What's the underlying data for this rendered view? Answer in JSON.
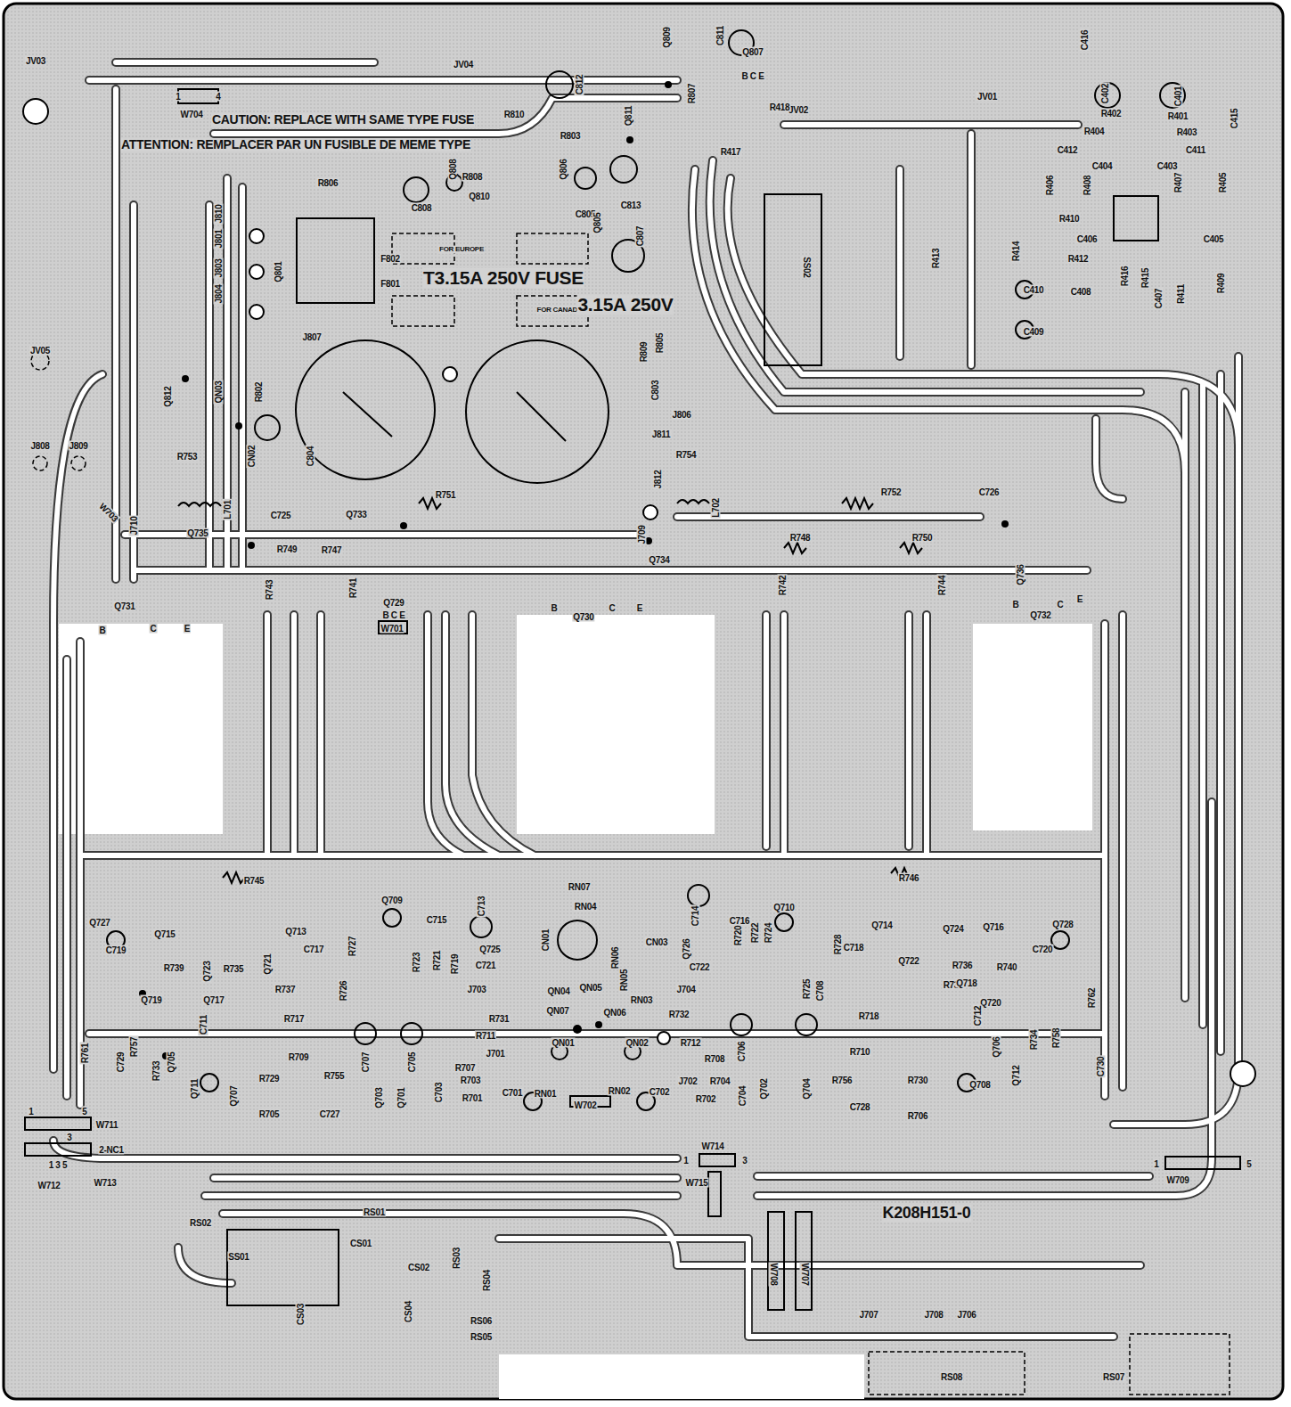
{
  "diagram": {
    "labels": [
      "JV03",
      "JV04",
      "JV02",
      "JV01",
      "1",
      "4",
      "W704",
      "CAUTION: REPLACE WITH SAME TYPE FUSE",
      "ATTENTION: REMPLACER PAR UN FUSIBLE DE MEME TYPE",
      "C812",
      "Q809",
      "C811",
      "B C E",
      "Q807",
      "R807",
      "R810",
      "R418",
      "C416",
      "C402",
      "C401",
      "C415",
      "R402",
      "R401",
      "R404",
      "R403",
      "R417",
      "R803",
      "Q811",
      "Q806",
      "R808",
      "Q808",
      "Q810",
      "R806",
      "C808",
      "C805",
      "C813",
      "C412",
      "C411",
      "C404",
      "C403",
      "R406",
      "R408",
      "R407",
      "R405",
      "R410",
      "C406",
      "R412",
      "C408",
      "C405",
      "R409",
      "R416",
      "R415",
      "C407",
      "R411",
      "R413",
      "R414",
      "C410",
      "C409",
      "SS02",
      "J810",
      "J801",
      "J803",
      "J804",
      "Q801",
      "F802",
      "F801",
      "FOR EUROPE",
      "T3.15A 250V FUSE",
      "FOR CANADA",
      "3.15A 250V",
      "Q805",
      "C807",
      "J807",
      "JV05",
      "R809",
      "R805",
      "C803",
      "J806",
      "J811",
      "Q812",
      "QN03",
      "R802",
      "CN02",
      "C804",
      "J808",
      "J809",
      "R753",
      "W703",
      "J710",
      "L701",
      "C725",
      "R751",
      "Q733",
      "R754",
      "J812",
      "L702",
      "J709",
      "Q734",
      "R752",
      "C726",
      "Q735",
      "R749",
      "R747",
      "R743",
      "R741",
      "Q729",
      "B C E",
      "W701",
      "Q731",
      "B",
      "C",
      "E",
      "Q730",
      "B",
      "C",
      "E",
      "R748",
      "R742",
      "R750",
      "R744",
      "Q736",
      "Q732",
      "B",
      "C",
      "E",
      "R745",
      "R746",
      "Q709",
      "C715",
      "C713",
      "RN07",
      "RN04",
      "C714",
      "C716",
      "Q710",
      "Q727",
      "Q715",
      "Q713",
      "C717",
      "R727",
      "R723",
      "R721",
      "R719",
      "Q725",
      "C721",
      "CN01",
      "RN06",
      "CN03",
      "R720",
      "Q726",
      "C722",
      "R722",
      "R724",
      "R728",
      "C718",
      "Q714",
      "Q724",
      "Q722",
      "Q716",
      "Q728",
      "C720",
      "R736",
      "R740",
      "R738",
      "C719",
      "R739",
      "Q723",
      "R735",
      "Q721",
      "R737",
      "Q719",
      "Q717",
      "R726",
      "J703",
      "QN04",
      "QN05",
      "RN05",
      "RN03",
      "QN07",
      "QN06",
      "J704",
      "R725",
      "C708",
      "Q718",
      "Q720",
      "R762",
      "C711",
      "R717",
      "R731",
      "R711",
      "C707",
      "C705",
      "R709",
      "J701",
      "R707",
      "R732",
      "R712",
      "R708",
      "C706",
      "R718",
      "R710",
      "C712",
      "R758",
      "R734",
      "C730",
      "R761",
      "R757",
      "C729",
      "R733",
      "Q705",
      "Q711",
      "Q707",
      "R729",
      "R755",
      "R705",
      "C727",
      "Q703",
      "Q701",
      "C703",
      "R703",
      "R701",
      "QN01",
      "QN02",
      "C701",
      "RN01",
      "W702",
      "RN02",
      "C702",
      "J702",
      "R704",
      "R702",
      "C704",
      "Q702",
      "Q704",
      "R756",
      "C728",
      "R706",
      "R730",
      "Q708",
      "Q706",
      "Q712",
      "1",
      "5",
      "W711",
      "3",
      "2-NC1",
      "1 3 5",
      "W712",
      "W713",
      "1",
      "3",
      "W714",
      "W715",
      "K208H151-0",
      "1",
      "5",
      "W709",
      "RS02",
      "RS01",
      "SS01",
      "CS01",
      "RS03",
      "RS04",
      "CS02",
      "CS03",
      "CS04",
      "RS06",
      "RS05",
      "W708",
      "W707",
      "J707",
      "J708",
      "J706",
      "RS08",
      "RS07"
    ]
  }
}
